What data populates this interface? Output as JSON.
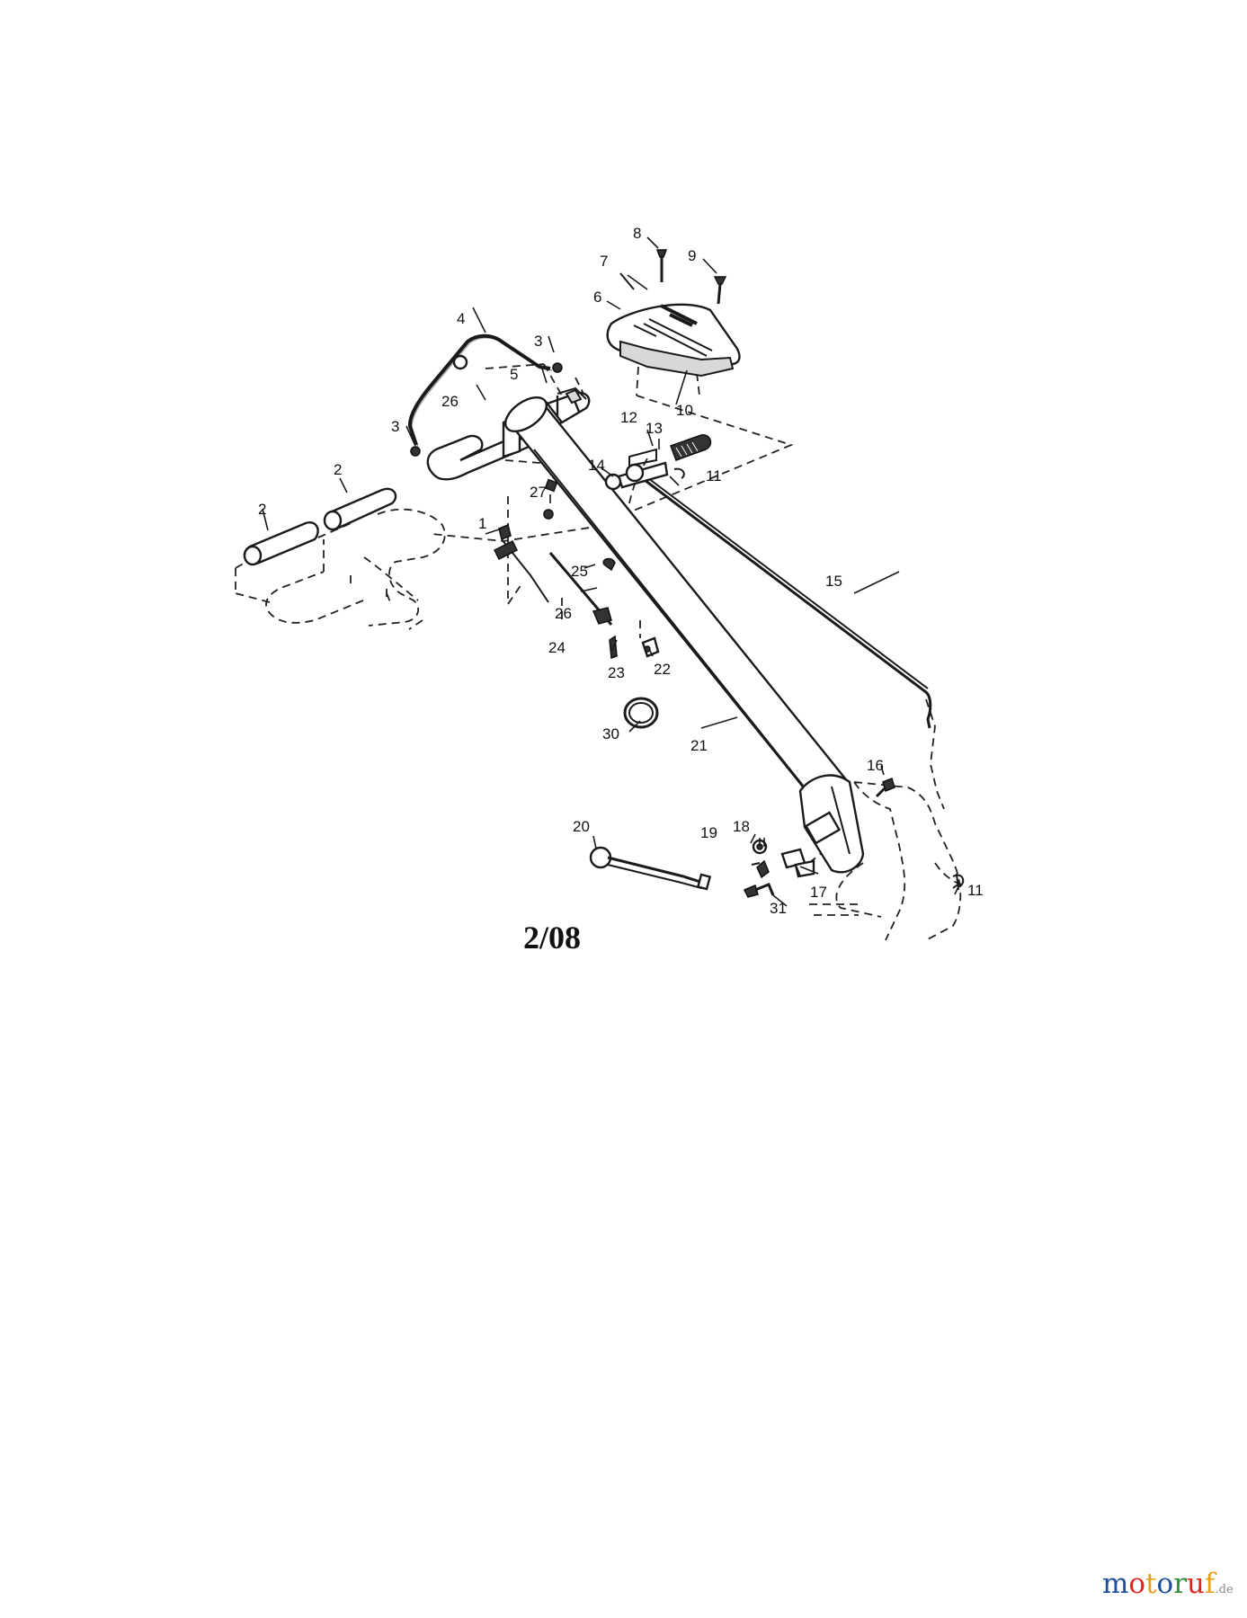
{
  "diagram": {
    "date_code": "2/08",
    "labels": {
      "p1": "1",
      "p2a": "2",
      "p2b": "2",
      "p3a": "3",
      "p3b": "3",
      "p4": "4",
      "p5": "5",
      "p6": "6",
      "p7": "7",
      "p8": "8",
      "p9": "9",
      "p10": "10",
      "p11a": "11",
      "p11b": "11",
      "p12": "12",
      "p13": "13",
      "p14": "14",
      "p15": "15",
      "p16": "16",
      "p17": "17",
      "p18": "18",
      "p19": "19",
      "p20": "20",
      "p21": "21",
      "p22": "22",
      "p23": "23",
      "p24": "24",
      "p25": "25",
      "p26a": "26",
      "p26b": "26",
      "p27": "27",
      "p30": "30",
      "p31": "31"
    }
  },
  "watermark": {
    "letters": [
      "m",
      "o",
      "t",
      "o",
      "r",
      "u",
      "f"
    ],
    "colors": [
      "#1f4e9c",
      "#d9281e",
      "#e6a11a",
      "#1f4e9c",
      "#2c8f3a",
      "#d9281e",
      "#e6a11a"
    ],
    "suffix": ".de"
  }
}
